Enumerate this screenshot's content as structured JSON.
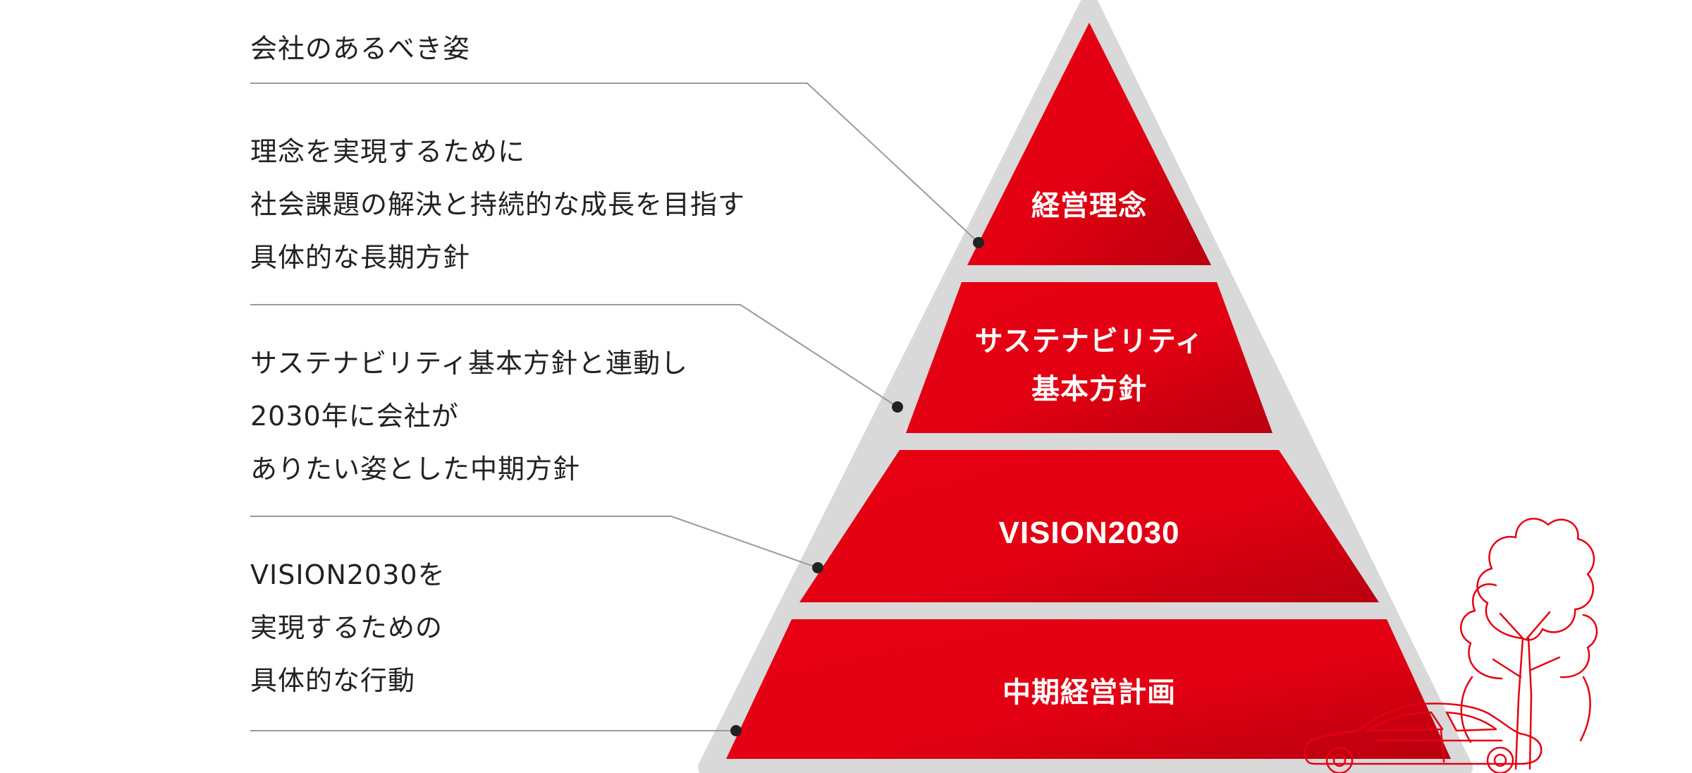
{
  "colors": {
    "tier_red": "#e60012",
    "tier_red_dark": "#b8000f",
    "pyramid_frame": "#d9d9d9",
    "connector_line": "#9a9a9a",
    "text": "#222222",
    "illustration": "#e60012"
  },
  "descriptions": [
    {
      "lines": [
        "会社のあるべき姿"
      ]
    },
    {
      "lines": [
        "理念を実現するために",
        "社会課題の解決と持続的な成長を目指す",
        "具体的な長期方針"
      ]
    },
    {
      "lines": [
        "サステナビリティ基本方針と連動し",
        "2030年に会社が",
        "ありたい姿とした中期方針"
      ]
    },
    {
      "lines": [
        "VISION2030を",
        "実現するための",
        "具体的な行動"
      ]
    }
  ],
  "tiers": [
    {
      "lines": [
        "経営理念"
      ]
    },
    {
      "lines": [
        "サステナビリティ",
        "基本方針"
      ]
    },
    {
      "lines": [
        "VISION2030"
      ]
    },
    {
      "lines": [
        "中期経営計画"
      ]
    }
  ],
  "illustration": {
    "icons": [
      "car-outline-icon",
      "tree-outline-icon"
    ]
  }
}
